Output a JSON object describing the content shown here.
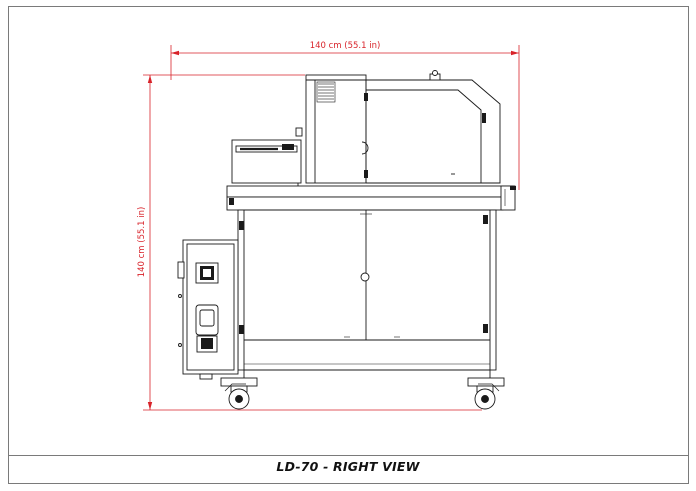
{
  "drawing": {
    "title": "LD-70 - RIGHT VIEW",
    "width_dimension": "140 cm  (55.1 in)",
    "height_dimension": "140 cm  (55.1 in)"
  },
  "colors": {
    "dimension": "#d8232a",
    "line": "#1a1a1a",
    "frame": "#7a7a7a"
  }
}
